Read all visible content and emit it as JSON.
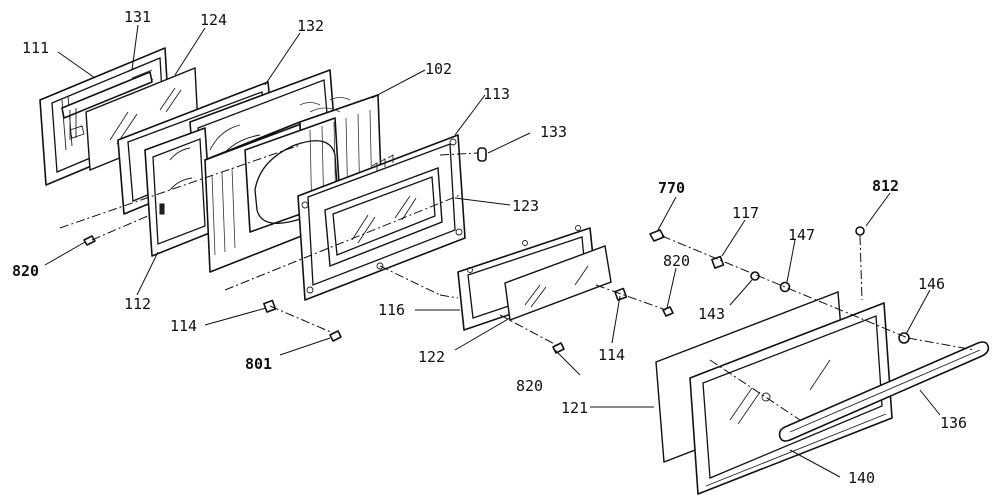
{
  "callouts": {
    "c111": "111",
    "c131": "131",
    "c124": "124",
    "c132": "132",
    "c102": "102",
    "c113": "113",
    "c133": "133",
    "c123": "123",
    "c770": "770",
    "c117": "117",
    "c812": "812",
    "c147": "147",
    "c820a": "820",
    "c820b": "820",
    "c820c": "820",
    "c112": "112",
    "c114a": "114",
    "c114b": "114",
    "c801": "801",
    "c116": "116",
    "c122": "122",
    "c143": "143",
    "c146": "146",
    "c121": "121",
    "c136": "136",
    "c140": "140"
  }
}
